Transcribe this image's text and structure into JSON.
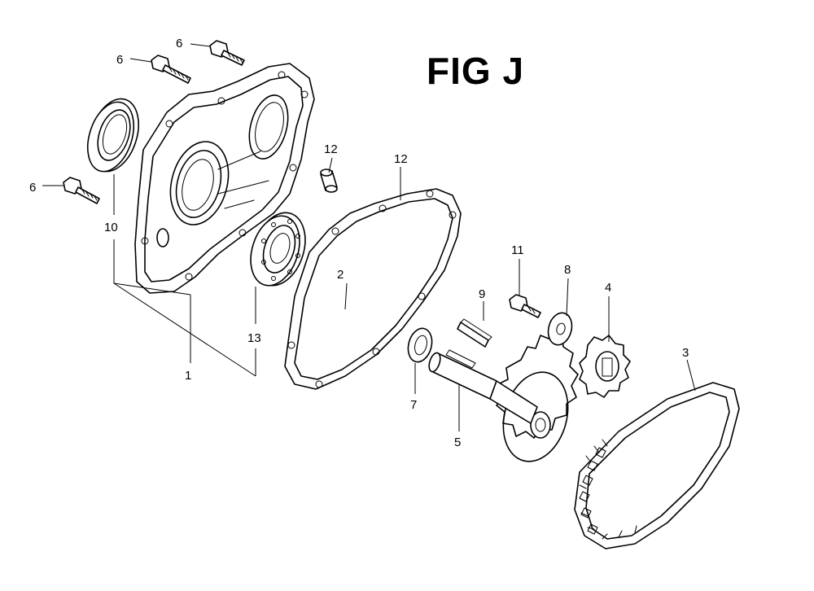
{
  "figure": {
    "title": "FIG J"
  },
  "callouts": [
    {
      "id": "c6a",
      "label": "6"
    },
    {
      "id": "c6b",
      "label": "6"
    },
    {
      "id": "c6c",
      "label": "6"
    },
    {
      "id": "c10",
      "label": "10"
    },
    {
      "id": "c12a",
      "label": "12"
    },
    {
      "id": "c12b",
      "label": "12"
    },
    {
      "id": "c2",
      "label": "2"
    },
    {
      "id": "c13",
      "label": "13"
    },
    {
      "id": "c1",
      "label": "1"
    },
    {
      "id": "c11",
      "label": "11"
    },
    {
      "id": "c9",
      "label": "9"
    },
    {
      "id": "c8",
      "label": "8"
    },
    {
      "id": "c4",
      "label": "4"
    },
    {
      "id": "c3",
      "label": "3"
    },
    {
      "id": "c7",
      "label": "7"
    },
    {
      "id": "c5",
      "label": "5"
    }
  ],
  "colors": {
    "line": "#000000",
    "background": "#ffffff"
  }
}
